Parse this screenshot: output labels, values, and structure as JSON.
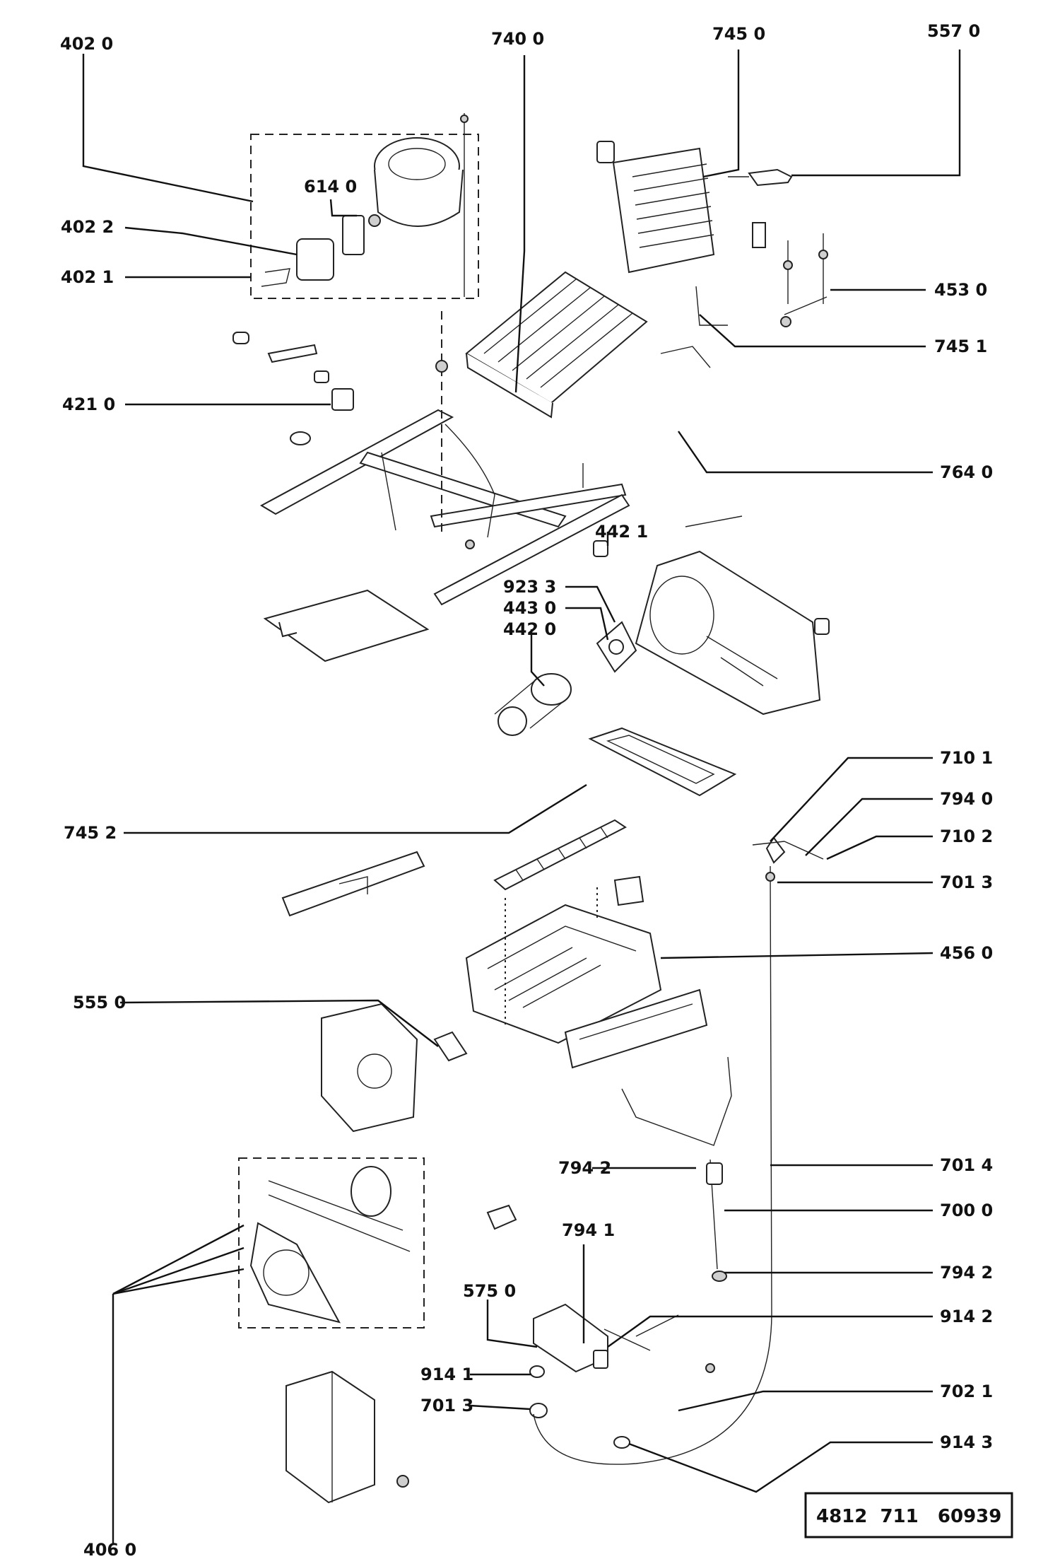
{
  "labels": [
    "402 0",
    "740 0",
    "745 0",
    "557 0",
    "614 0",
    "402 2",
    "402 1",
    "453 0",
    "745 1",
    "421 0",
    "764 0",
    "442 1",
    "923 3",
    "443 0",
    "442 0",
    "710 1",
    "794 0",
    "710 2",
    "745 2",
    "701 3",
    "456 0",
    "555 0",
    "701 4",
    "794 2",
    "700 0",
    "794 1",
    "794 2",
    "575 0",
    "914 2",
    "914 1",
    "702 1",
    "701 3",
    "914 3",
    "406 0"
  ],
  "drawing_code": "4812  711   60939"
}
